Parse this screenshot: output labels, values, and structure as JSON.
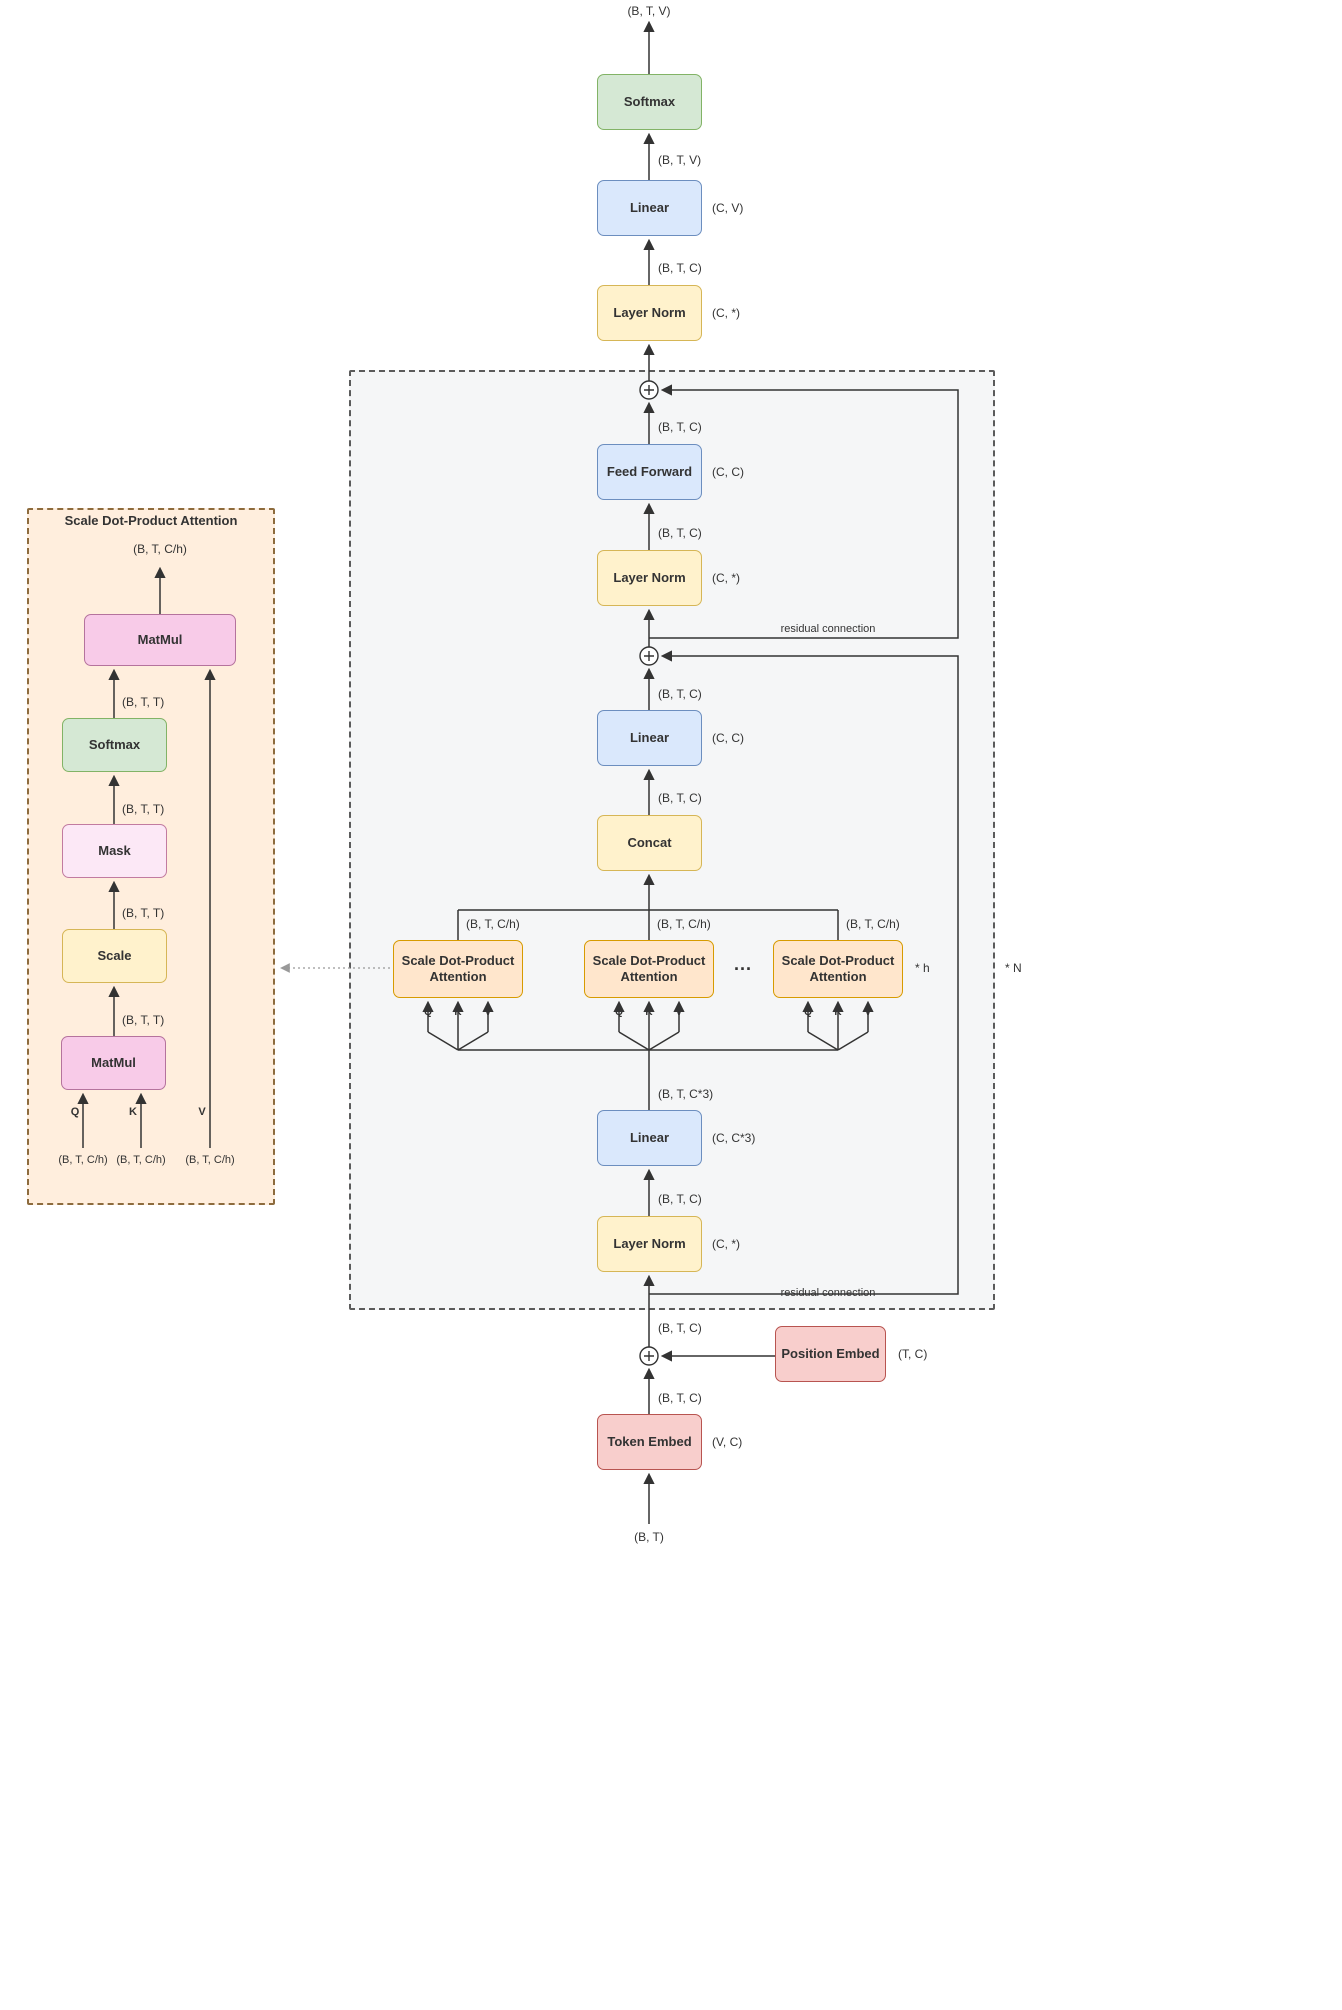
{
  "labels": {
    "btv": "(B, T, V)",
    "btc": "(B, T, C)",
    "btt": "(B, T, T)",
    "btch": "(B, T, C/h)",
    "btc3": "(B, T, C*3)",
    "bt": "(B, T)",
    "cv": "(C, V)",
    "cc": "(C, C)",
    "cstar": "(C, *)",
    "cc3": "(C, C*3)",
    "tc": "(T, C)",
    "vc": "(V, C)",
    "residual": "residual connection",
    "times_h": "* h",
    "times_n": "* N",
    "ellipsis": "...",
    "q": "Q",
    "k": "K",
    "v": "V"
  },
  "nodes": {
    "softmax_out": "Softmax",
    "linear_head": "Linear",
    "layernorm_final": "Layer Norm",
    "feed_forward": "Feed Forward",
    "layernorm_ff": "Layer Norm",
    "linear_proj": "Linear",
    "concat": "Concat",
    "attention": "Scale Dot-Product Attention",
    "linear_qkv": "Linear",
    "layernorm_attn": "Layer Norm",
    "position_embed": "Position Embed",
    "token_embed": "Token Embed"
  },
  "detail": {
    "title": "Scale Dot-Product Attention",
    "matmul_out": "MatMul",
    "softmax": "Softmax",
    "mask": "Mask",
    "scale": "Scale",
    "matmul_qk": "MatMul"
  },
  "colors": {
    "green_fill": "#d5e8d4",
    "green_stroke": "#82b366",
    "blue_fill": "#dae8fc",
    "blue_stroke": "#6c8ebf",
    "yellow_fill": "#fff2cc",
    "yellow_stroke": "#d6b656",
    "tan_fill": "#ffe6cc",
    "tan_stroke": "#d79b00",
    "salmon_fill": "#f8cecc",
    "salmon_stroke": "#b85450",
    "pink_fill": "#f8cbe8",
    "pink_stroke": "#b5739d",
    "block_fill": "#f5f6f7",
    "detail_fill": "#ffeedd",
    "wire": "#333333"
  }
}
